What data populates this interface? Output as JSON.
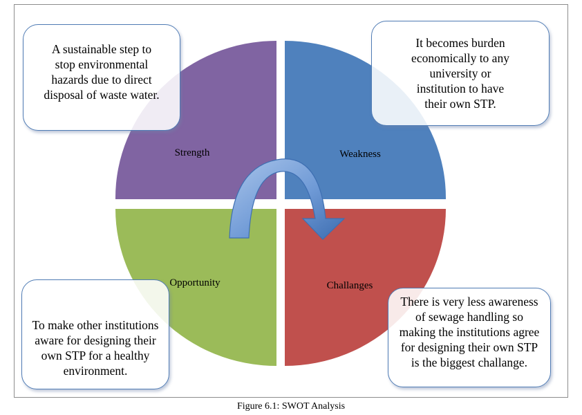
{
  "quadrants": {
    "strength": {
      "label": "Strength",
      "color": "#8064a2"
    },
    "weakness": {
      "label": "Weakness",
      "color": "#4f81bd"
    },
    "opportunity": {
      "label": "Opportunity",
      "color": "#9bbb59"
    },
    "challenge": {
      "label": "Challanges",
      "color": "#c0504d"
    }
  },
  "callouts": {
    "strength": {
      "lines": [
        "A sustainable step to",
        "stop  environmental",
        "hazards due to direct",
        "disposal of waste water."
      ]
    },
    "weakness": {
      "lines": [
        "It becomes burden",
        "economically  to any",
        "university or",
        "institution to have",
        "their own STP."
      ]
    },
    "opportunity": {
      "lines": [
        "To make other institutions",
        "aware  for designing their",
        "own STP for a healthy",
        "environment."
      ]
    },
    "challenge": {
      "lines": [
        "There is very less awareness",
        "of  sewage handling so",
        "making  the institutions agree",
        "for designing their own STP",
        "is the biggest challange."
      ]
    }
  },
  "arrow": {
    "color": "#4f81bd",
    "icon": "curved-arrow-icon"
  },
  "caption": "Figure 6.1: SWOT Analysis"
}
